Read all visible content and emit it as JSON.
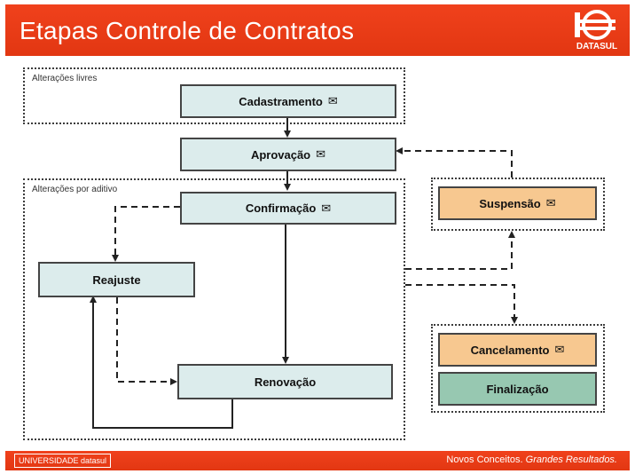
{
  "header": {
    "title": "Etapas Controle de Contratos",
    "logo_text": "DATASUL"
  },
  "groups": {
    "livres_label": "Alterações livres",
    "aditivo_label": "Alterações por aditivo"
  },
  "nodes": {
    "cadastramento": "Cadastramento",
    "aprovacao": "Aprovação",
    "confirmacao": "Confirmação",
    "reajuste": "Reajuste",
    "renovacao": "Renovação",
    "suspensao": "Suspensão",
    "cancelamento": "Cancelamento",
    "finalizacao": "Finalização"
  },
  "icons": {
    "envelope": "envelope-icon",
    "logo": "datasul-logo-icon"
  },
  "colors": {
    "header": "#e83c16",
    "teal_box": "#dcecec",
    "orange_box": "#f7c890",
    "green_box": "#97c8b1"
  },
  "footer": {
    "left": "UNIVERSIDADE datasul",
    "right_plain": "Novos Conceitos.",
    "right_italic": "Grandes Resultados."
  }
}
